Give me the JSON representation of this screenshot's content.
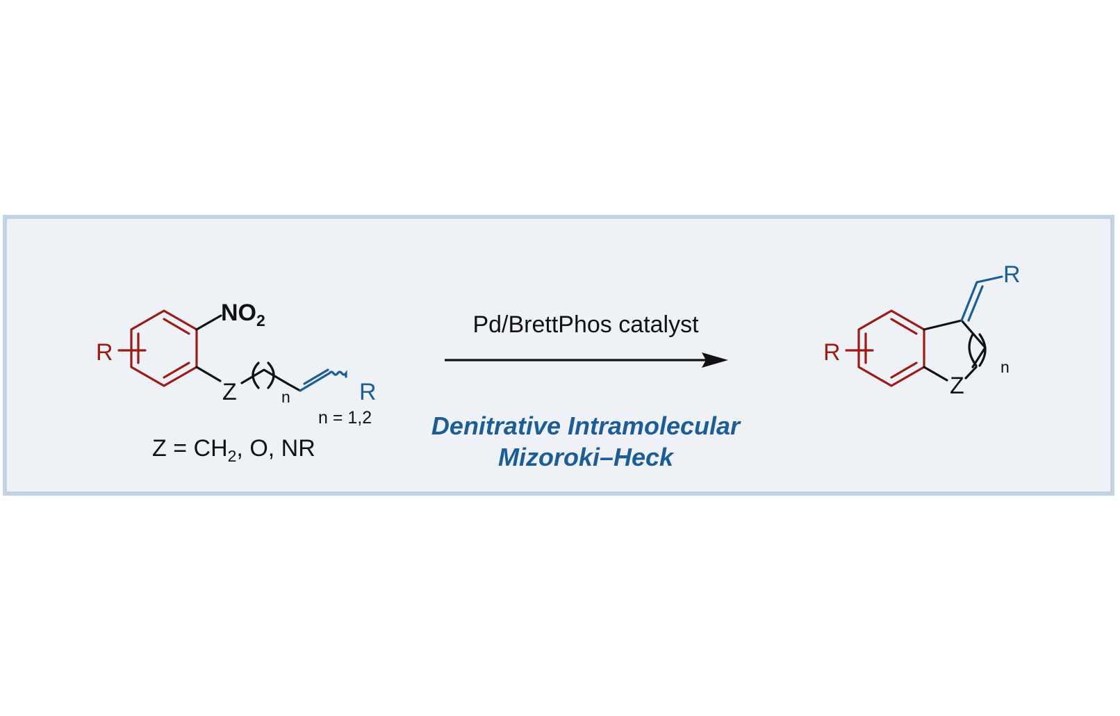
{
  "reactant": {
    "substituent_label": "R",
    "nitro_label": "NO",
    "nitro_subscript": "2",
    "linker_atom_label": "Z",
    "chain_index_label": "n",
    "alkene_substituent_label": "R",
    "n_values_label": "n = 1,2",
    "z_definition": {
      "prefix": "Z = CH",
      "subscript": "2",
      "suffix": ", O, NR"
    }
  },
  "reaction": {
    "conditions_label": "Pd/BrettPhos catalyst",
    "name_line1": "Denitrative Intramolecular",
    "name_line2": "Mizoroki–Heck"
  },
  "product": {
    "substituent_label": "R",
    "alkene_substituent_label": "R",
    "linker_atom_label": "Z",
    "chain_index_label": "n"
  },
  "colors": {
    "aryl_ring": "#9b1c16",
    "alkene": "#1d5d96",
    "reaction_name": "#1d5d96",
    "bond": "#111111",
    "panel_fill": "#eef2f6",
    "panel_border": "#c3d2e0"
  }
}
